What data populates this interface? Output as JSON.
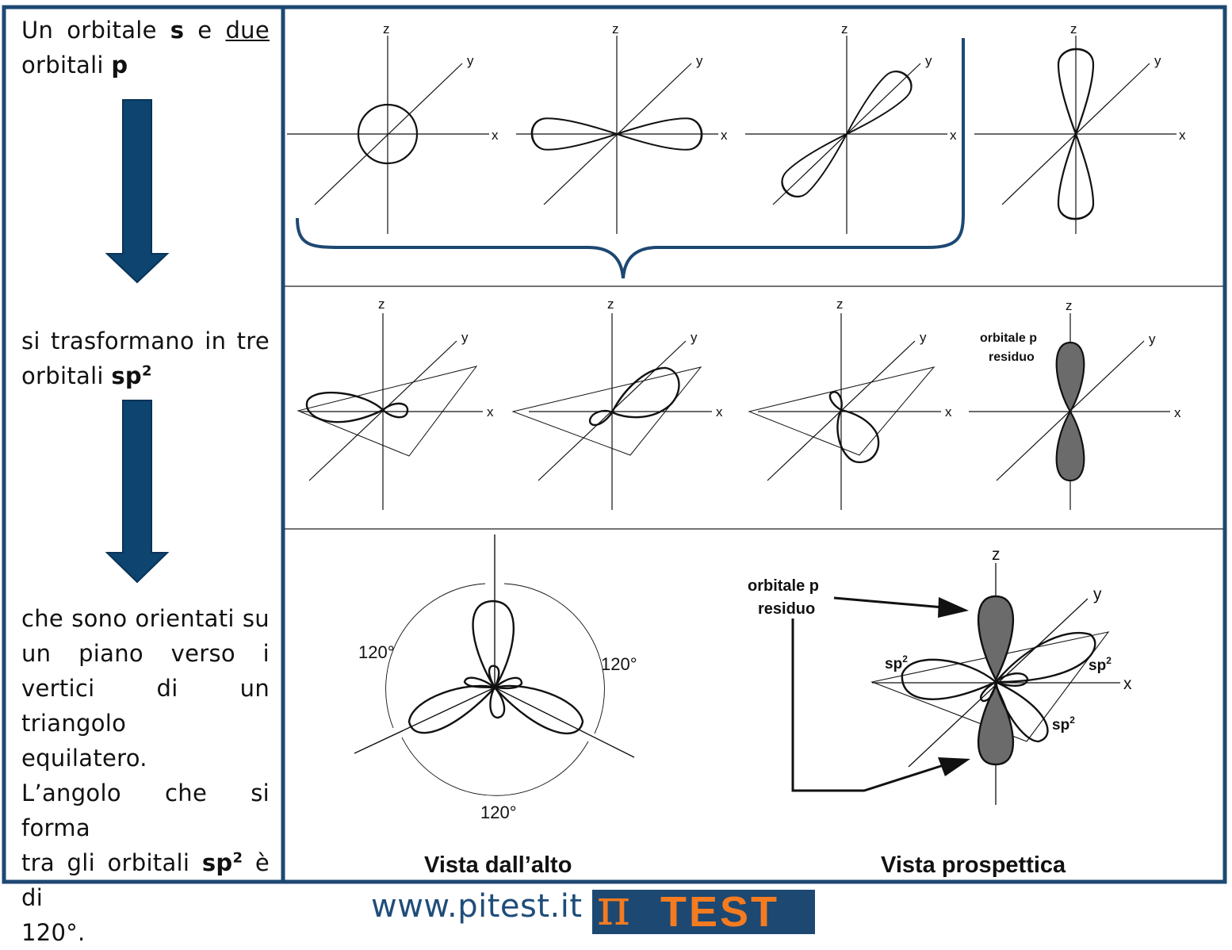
{
  "left_column": {
    "block1_line1": "Un orbitale",
    "block1_s": "s",
    "block1_e": "e",
    "block1_due": "due",
    "block1_line2": "orbitali",
    "block1_p": "p",
    "block2_line1": "si trasformano in tre",
    "block2_line2": "orbitali",
    "block2_sp": "sp",
    "block2_sup": "2",
    "block3_line1": "che sono orientati su",
    "block3_line2": "un piano verso i",
    "block3_line3": "vertici di un triangolo",
    "block3_line4": "equilatero.",
    "block3_line5": "L’angolo che si forma",
    "block3_line6a": "tra gli orbitali",
    "block3_sp": "sp",
    "block3_sup": "2",
    "block3_line6b": "è di",
    "block3_line7": "120°."
  },
  "axes": {
    "x": "x",
    "y": "y",
    "z": "z"
  },
  "row2": {
    "residual_label_1": "orbitale p",
    "residual_label_2": "residuo"
  },
  "row3": {
    "angle_1": "120°",
    "angle_2": "120°",
    "angle_3": "120°",
    "caption_top": "Vista dall’alto",
    "caption_persp": "Vista prospettica",
    "residual_label_1": "orbitale p",
    "residual_label_2": "residuo",
    "sp2_label": "sp",
    "sp2_sup": "2"
  },
  "footer": {
    "url": "www.pitest.it",
    "logo_symbol": "π",
    "logo_text": "TEST"
  },
  "colors": {
    "frame": "#1d4872",
    "arrow": "#0d4470",
    "logo_bg": "#1d4872",
    "logo_text": "#f47b20",
    "lobe_fill": "#6b6b6b"
  }
}
